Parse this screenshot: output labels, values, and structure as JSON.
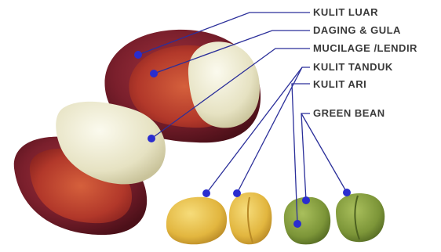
{
  "labels": {
    "kulit_luar": "KULIT LUAR",
    "daging_gula": "DAGING & GULA",
    "mucilage": "MUCILAGE /LENDIR",
    "kulit_tanduk": "KULIT TANDUK",
    "kulit_ari": "KULIT ARI",
    "green_bean": "GREEN BEAN"
  },
  "colors": {
    "leader_line": "#2b2f9a",
    "marker": "#2a2dcf",
    "label_text": "#3a3a3a",
    "cherry_skin": "#7a1f2c",
    "cherry_pulp": "#b8402e",
    "mucilage": "#ece9cf",
    "parchment_bean": "#e8c24a",
    "green_bean": "#7f9a3c"
  }
}
